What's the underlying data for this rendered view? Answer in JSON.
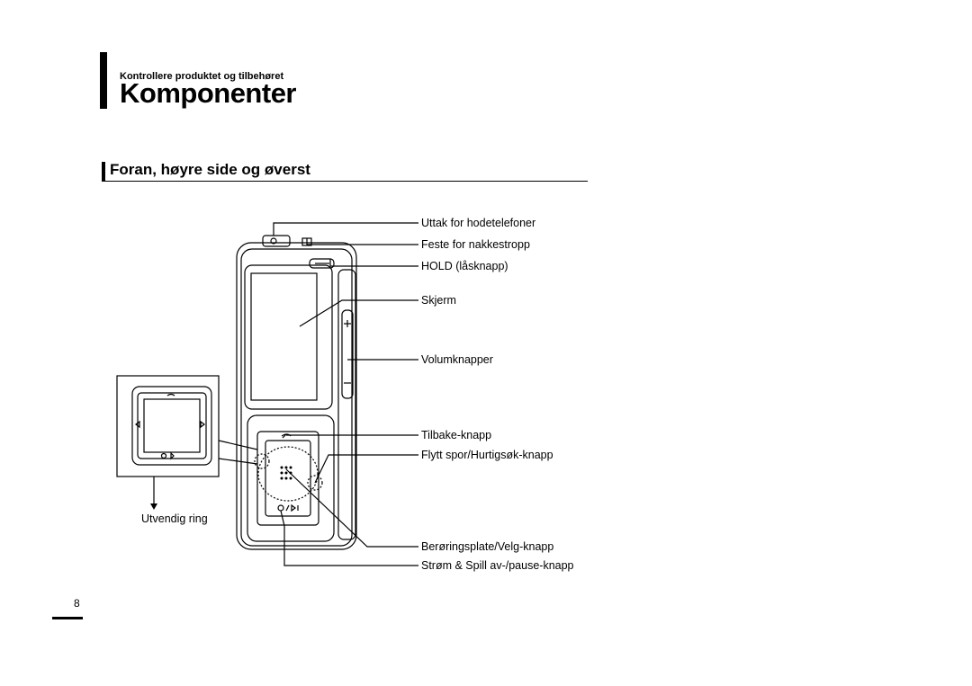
{
  "header": {
    "kicker": "Kontrollere produktet og tilbehøret",
    "title": "Komponenter"
  },
  "section": {
    "heading": "Foran, høyre side og øverst"
  },
  "labels": {
    "headphone_jack": "Uttak for hodetelefoner",
    "strap": "Feste for nakkestropp",
    "hold": "HOLD (låsknapp)",
    "screen": "Skjerm",
    "volume": "Volumknapper",
    "back": "Tilbake-knapp",
    "skip": "Flytt spor/Hurtigsøk-knapp",
    "touchpad": "Berøringsplate/Velg-knapp",
    "power": "Strøm & Spill av-/pause-knapp",
    "outer_ring": "Utvendig ring"
  },
  "page": {
    "number": "8"
  }
}
